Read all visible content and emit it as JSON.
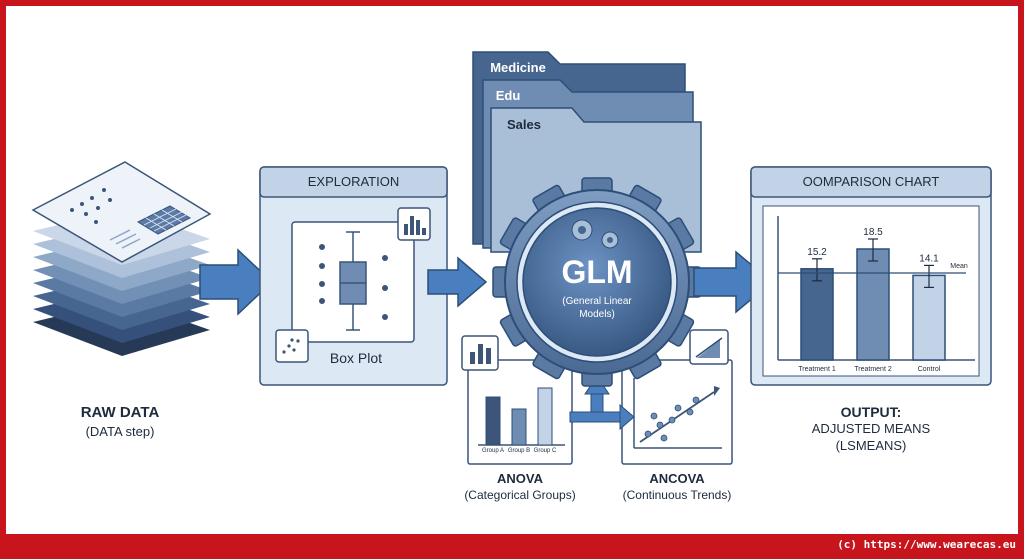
{
  "raw_data": {
    "title": "RAW DATA",
    "subtitle": "(DATA step)"
  },
  "exploration": {
    "header": "EXPLORATION",
    "caption": "Box Plot"
  },
  "folders": {
    "items": [
      "Medicine",
      "Edu",
      "Sales"
    ]
  },
  "glm": {
    "title": "GLM",
    "subtitle_line1": "(General Linear",
    "subtitle_line2": "Models)"
  },
  "anova": {
    "title": "ANOVA",
    "subtitle": "(Categorical Groups)",
    "groups": [
      "Group A",
      "Group B",
      "Group C"
    ]
  },
  "ancova": {
    "title": "ANCOVA",
    "subtitle": "(Continuous Trends)"
  },
  "comparison": {
    "header": "OOMPARISON CHART",
    "mean_label": "Mean",
    "output_title": "OUTPUT:",
    "output_line1": "ADJUSTED MEANS",
    "output_line2": "(LSMEANS)"
  },
  "chart_data": {
    "type": "bar",
    "categories": [
      "Treatment 1",
      "Treatment 2",
      "Control"
    ],
    "values": [
      15.2,
      18.5,
      14.1
    ],
    "reference_line": "Mean",
    "error_bars": true
  },
  "colors": {
    "frame": "#c8141c",
    "navy": "#3c5578",
    "mid_blue": "#6f8db3",
    "light_blue": "#a9bfd8",
    "arrow": "#4a7fbf",
    "panel": "#dde8f5"
  },
  "footer": {
    "copyright": "(c) https://www.wearecas.eu"
  }
}
